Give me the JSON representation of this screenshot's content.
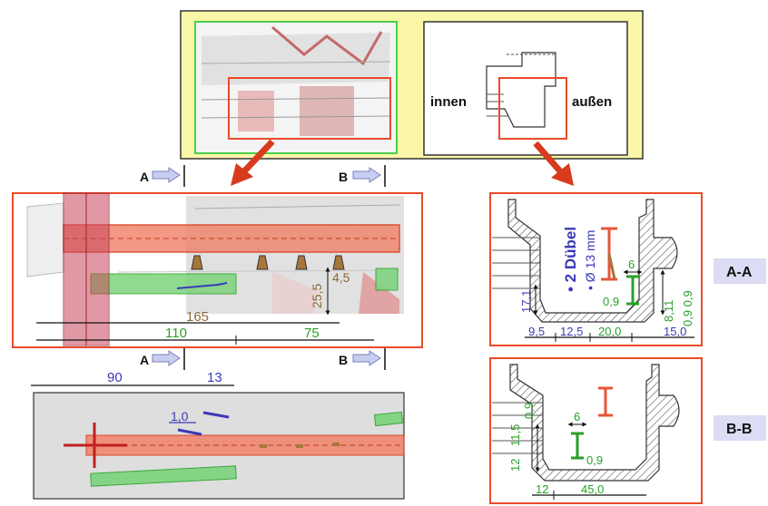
{
  "overview": {
    "inner_label": "innen",
    "outer_label": "außen"
  },
  "section_markers": {
    "a": "A",
    "b": "B"
  },
  "main_view": {
    "dims": {
      "d165": "165",
      "d110": "110",
      "d75": "75",
      "d255": "25,5",
      "d45": "4,5"
    }
  },
  "plan_view": {
    "dims": {
      "d90": "90",
      "d13": "13",
      "d10": "1,0"
    }
  },
  "section_aa": {
    "tag": "A-A",
    "dowel_title": "• 2 Dübel",
    "dowel_dia": "• Ø 13 mm",
    "dims": {
      "d171": "17,1",
      "d95": "9,5",
      "d125": "12,5",
      "d200": "20,0",
      "d150": "15,0",
      "d6": "6",
      "d09a": "0,9",
      "d811": "8,11",
      "d0909": "0,9 0,9"
    }
  },
  "section_bb": {
    "tag": "B-B",
    "dims": {
      "d115": "11,5",
      "d09": "0,9",
      "d12v": "12",
      "d6": "6",
      "d09b": "0,9",
      "d12": "12",
      "d450": "45,0"
    }
  },
  "colors": {
    "highlight_red": "#e8553a",
    "frame_red": "#ea4b2a",
    "green": "#2aa02a",
    "blue": "#3a3ab8",
    "tag_bg": "#dcdcf4",
    "yellow": "#fbf7a8"
  }
}
